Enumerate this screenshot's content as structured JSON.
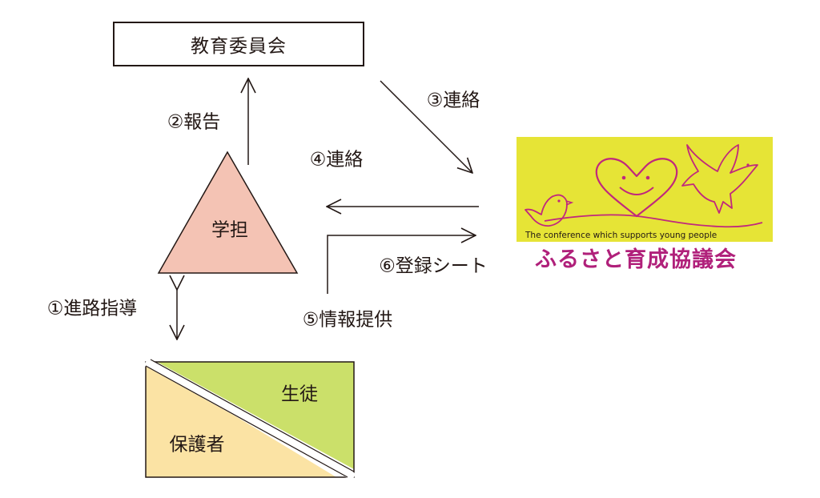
{
  "colors": {
    "line": "#231815",
    "triangle_fill": "#f4c3b4",
    "student_fill": "#cbe06a",
    "guardian_fill": "#fbe3a4",
    "logo_bg": "#e6e436",
    "logo_text": "#b0207a",
    "heart": "#c0287d"
  },
  "nodes": {
    "committee": "教育委員会",
    "teacher": "学担",
    "student": "生徒",
    "guardian": "保護者"
  },
  "logo": {
    "tagline": "The conference which supports young people",
    "name": "ふるさと育成協議会"
  },
  "edges": {
    "e1": "①進路指導",
    "e2": "②報告",
    "e3": "③連絡",
    "e4": "④連絡",
    "e5": "⑤情報提供",
    "e6": "⑥登録シート"
  }
}
